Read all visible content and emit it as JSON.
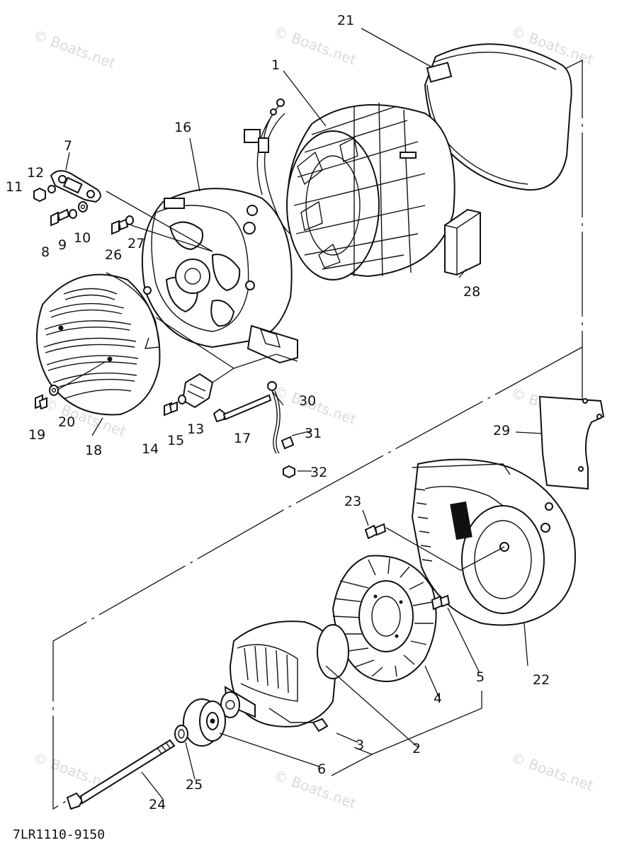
{
  "diagram": {
    "part_code": "7LR1110-9150",
    "watermark": "© Boats.net",
    "callouts": [
      {
        "id": "c1",
        "text": "1"
      },
      {
        "id": "c2",
        "text": "2"
      },
      {
        "id": "c3",
        "text": "3"
      },
      {
        "id": "c4",
        "text": "4"
      },
      {
        "id": "c5",
        "text": "5"
      },
      {
        "id": "c6",
        "text": "6"
      },
      {
        "id": "c7",
        "text": "7"
      },
      {
        "id": "c8",
        "text": "8"
      },
      {
        "id": "c9",
        "text": "9"
      },
      {
        "id": "c10",
        "text": "10"
      },
      {
        "id": "c11",
        "text": "11"
      },
      {
        "id": "c12",
        "text": "12"
      },
      {
        "id": "c13",
        "text": "13"
      },
      {
        "id": "c14",
        "text": "14"
      },
      {
        "id": "c15",
        "text": "15"
      },
      {
        "id": "c16",
        "text": "16"
      },
      {
        "id": "c17",
        "text": "17"
      },
      {
        "id": "c18",
        "text": "18"
      },
      {
        "id": "c19",
        "text": "19"
      },
      {
        "id": "c20",
        "text": "20"
      },
      {
        "id": "c21",
        "text": "21"
      },
      {
        "id": "c22",
        "text": "22"
      },
      {
        "id": "c23",
        "text": "23"
      },
      {
        "id": "c24",
        "text": "24"
      },
      {
        "id": "c25",
        "text": "25"
      },
      {
        "id": "c26",
        "text": "26"
      },
      {
        "id": "c27",
        "text": "27"
      },
      {
        "id": "c28",
        "text": "28"
      },
      {
        "id": "c29",
        "text": "29"
      },
      {
        "id": "c30",
        "text": "30"
      },
      {
        "id": "c31",
        "text": "31"
      },
      {
        "id": "c32",
        "text": "32"
      }
    ]
  }
}
